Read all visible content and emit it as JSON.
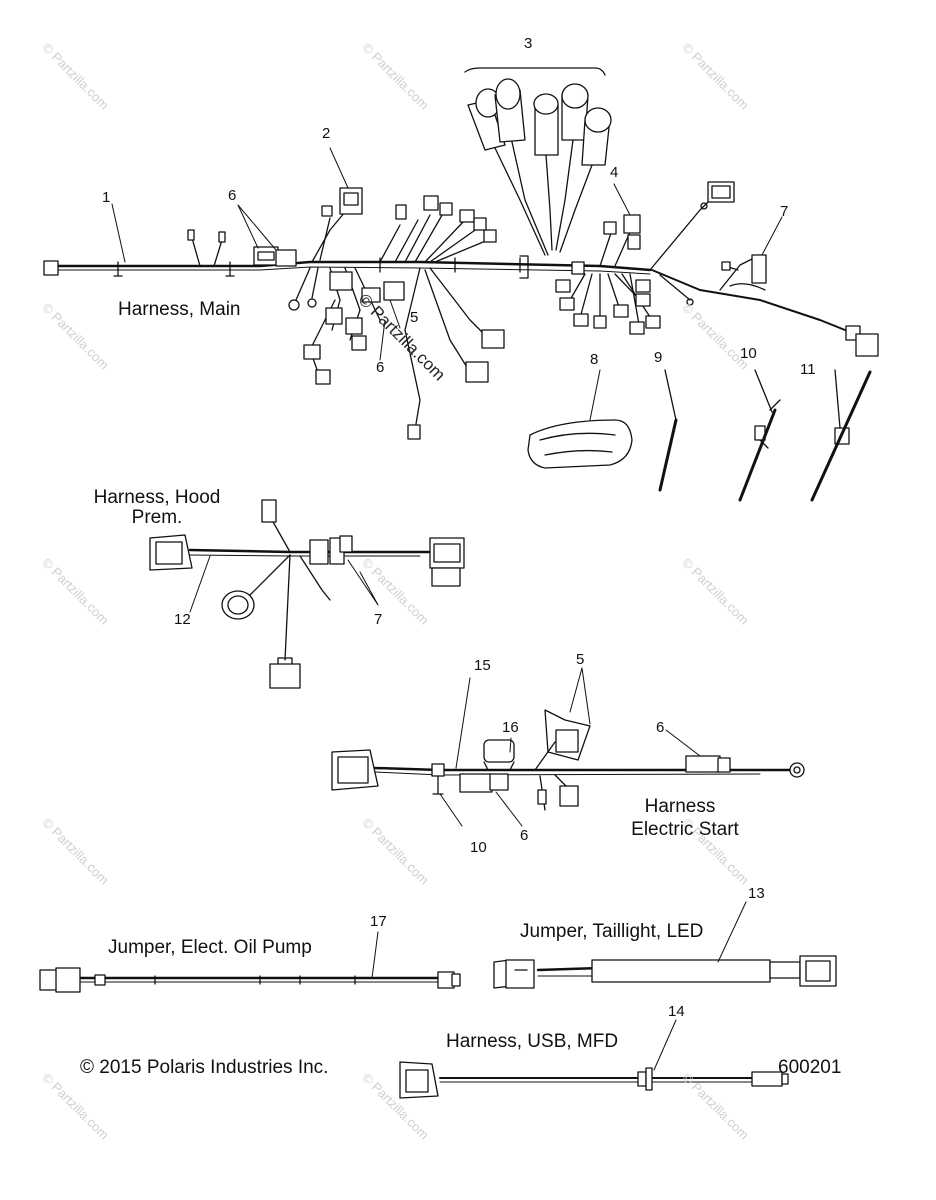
{
  "watermark": "© Partzilla.com",
  "center_watermark": "© Partzilla.com",
  "labels": {
    "harness_main": "Harness, Main",
    "harness_hood_line1": "Harness, Hood",
    "harness_hood_line2": "Prem.",
    "harness_elec_line1": "Harness",
    "harness_elec_line2": "Electric Start",
    "jumper_oil": "Jumper, Elect. Oil Pump",
    "jumper_tail": "Jumper, Taillight, LED",
    "harness_usb": "Harness, USB, MFD"
  },
  "callouts": {
    "c1": "1",
    "c2": "2",
    "c3": "3",
    "c4": "4",
    "c5a": "5",
    "c6a": "6",
    "c6b": "6",
    "c7a": "7",
    "c8": "8",
    "c9": "9",
    "c10a": "10",
    "c11": "11",
    "c12": "12",
    "c7b": "7",
    "c15": "15",
    "c5b": "5",
    "c16": "16",
    "c6c": "6",
    "c6d": "6",
    "c10b": "10",
    "c13": "13",
    "c17": "17",
    "c14": "14"
  },
  "footer": {
    "copyright": "© 2015 Polaris Industries Inc.",
    "diagram_number": "600201"
  }
}
